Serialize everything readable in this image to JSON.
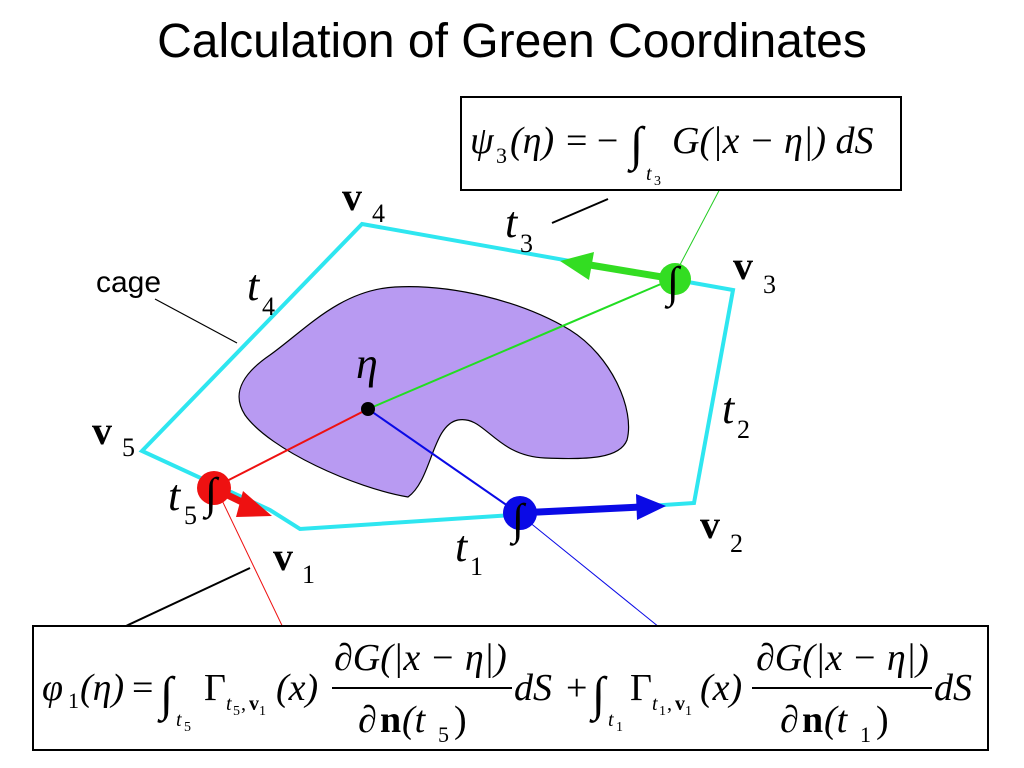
{
  "title": "Calculation of Green Coordinates",
  "labels": {
    "cage": "cage",
    "eta": "η",
    "integral": "∫"
  },
  "vertices": [
    {
      "name": "v",
      "sub": "1"
    },
    {
      "name": "v",
      "sub": "2"
    },
    {
      "name": "v",
      "sub": "3"
    },
    {
      "name": "v",
      "sub": "4"
    },
    {
      "name": "v",
      "sub": "5"
    }
  ],
  "edges": [
    {
      "name": "t",
      "sub": "1"
    },
    {
      "name": "t",
      "sub": "2"
    },
    {
      "name": "t",
      "sub": "3"
    },
    {
      "name": "t",
      "sub": "4"
    },
    {
      "name": "t",
      "sub": "5"
    }
  ],
  "formula_psi": {
    "lhs_symbol": "ψ",
    "lhs_sub": "3",
    "lhs_arg": "(η)",
    "eq": "= −",
    "int": "∫",
    "int_sub": "t",
    "int_sub_sub": "3",
    "body": "G(|x − η|) dS"
  },
  "formula_phi": {
    "lhs_symbol": "φ",
    "lhs_sub": "1",
    "lhs_arg": "(η)",
    "eq": "=",
    "int": "∫",
    "term1_int_sub": "t",
    "term1_int_sub_sub": "5",
    "gamma": "Γ",
    "term1_gamma_sub": "t",
    "term1_gamma_sub_sub": "5",
    "gamma_v": "v",
    "gamma_v_sub": "1",
    "x_arg": "(x)",
    "num": "∂G(|x − η|)",
    "den_prefix": "∂",
    "den_n": "n",
    "term1_den_arg": "(t",
    "term1_den_arg_sub": "5",
    "close_paren": ")",
    "ds": "dS",
    "plus": "+",
    "term2_int_sub": "t",
    "term2_int_sub_sub": "1",
    "term2_gamma_sub": "t",
    "term2_gamma_sub_sub": "1",
    "term2_den_arg": "(t",
    "term2_den_arg_sub": "1"
  },
  "colors": {
    "cage": "#2ee6f0",
    "shape_fill": "#b89af2",
    "red": "#ee1111",
    "green": "#33dd22",
    "blue": "#0a0ae6",
    "text": "#000000"
  }
}
